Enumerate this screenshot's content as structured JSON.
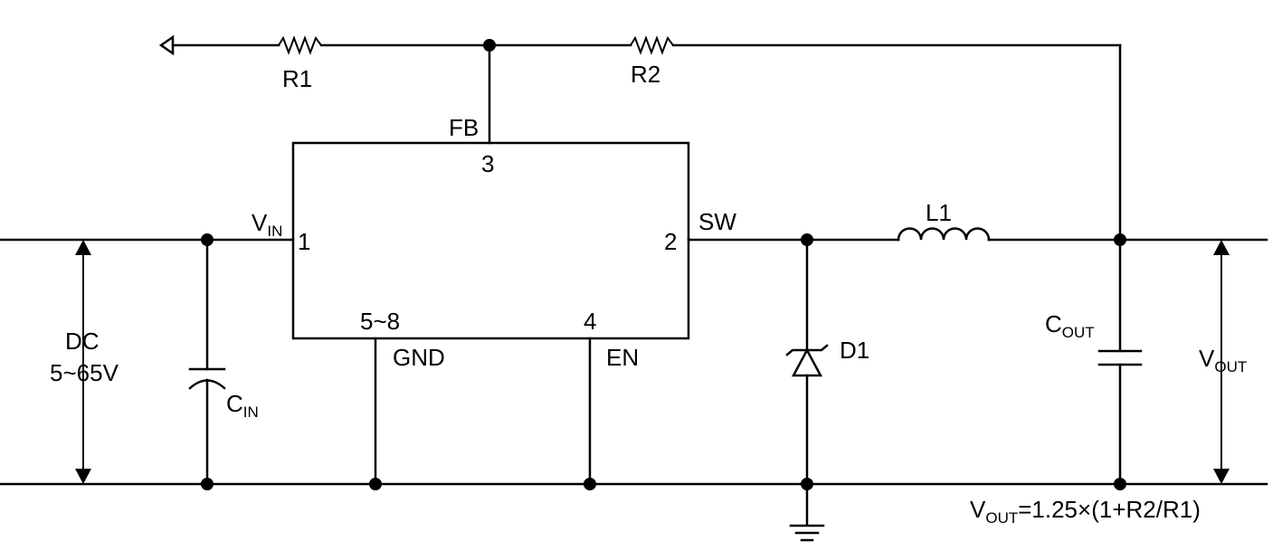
{
  "labels": {
    "r1": "R1",
    "r2": "R2",
    "fb": "FB",
    "pin3": "3",
    "vin_main": "V",
    "vin_sub": "IN",
    "pin1": "1",
    "pin2": "2",
    "sw": "SW",
    "l1": "L1",
    "pin58": "5~8",
    "pin4": "4",
    "gnd": "GND",
    "en": "EN",
    "dc_line1": "DC",
    "dc_line2": "5~65V",
    "cin_main": "C",
    "cin_sub": "IN",
    "d1": "D1",
    "cout_main": "C",
    "cout_sub": "OUT",
    "vout_main": "V",
    "vout_sub": "OUT",
    "formula_main": "V",
    "formula_sub": "OUT",
    "formula_rest": "=1.25×(1+R2/R1)"
  }
}
